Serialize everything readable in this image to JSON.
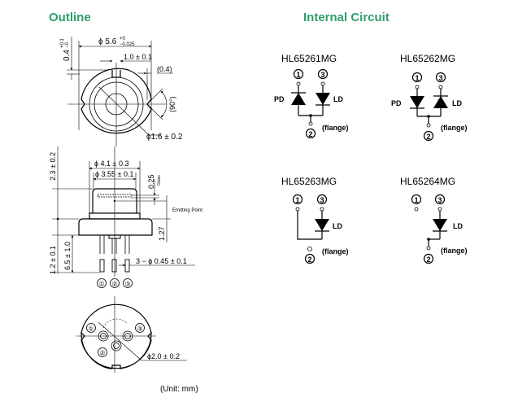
{
  "outline": {
    "title": "Outline",
    "top_view": {
      "dia_main": "ϕ 5.6",
      "dia_main_tol_plus": "+0",
      "dia_main_tol_minus": "−0.025",
      "notch_width": "1.0 ± 0.1",
      "notch_depth": "0.4",
      "notch_depth_tol_plus": "+0.1",
      "notch_depth_tol_minus": "−0",
      "v_offset": "(0.4)",
      "v_angle": "(90°)",
      "window_dia": "ϕ1.6 ± 0.2"
    },
    "side_view": {
      "cap_dia": "ϕ 4.1 ± 0.3",
      "inner_dia": "ϕ 3.55 ± 0.1",
      "glass": "0.25",
      "glass_label": "Glass",
      "emitting_point": "Emitting Point",
      "emit_height": "1.27",
      "height_total": "2.3 ± 0.2",
      "flange_height": "1.2 ± 0.1",
      "lead_length": "6.5 ± 1.0",
      "lead_dia": "3 − ϕ 0.45 ± 0.1",
      "pins": [
        "①",
        "②",
        "③"
      ]
    },
    "bottom_view": {
      "pin_circle_dia": "ϕ2.0 ± 0.2",
      "pins": [
        "①",
        "②",
        "③"
      ]
    },
    "unit": "(Unit: mm)"
  },
  "internal_circuit": {
    "title": "Internal Circuit",
    "models": [
      {
        "name": "HL65261MG",
        "pd_label": "PD",
        "ld_label": "LD",
        "flange_label": "(flange)",
        "pins": [
          "1",
          "2",
          "3"
        ]
      },
      {
        "name": "HL65262MG",
        "pd_label": "PD",
        "ld_label": "LD",
        "flange_label": "(flange)",
        "pins": [
          "1",
          "2",
          "3"
        ]
      },
      {
        "name": "HL65263MG",
        "ld_label": "LD",
        "flange_label": "(flange)",
        "pins": [
          "1",
          "2",
          "3"
        ]
      },
      {
        "name": "HL65264MG",
        "ld_label": "LD",
        "flange_label": "(flange)",
        "pins": [
          "1",
          "2",
          "3"
        ]
      }
    ]
  }
}
